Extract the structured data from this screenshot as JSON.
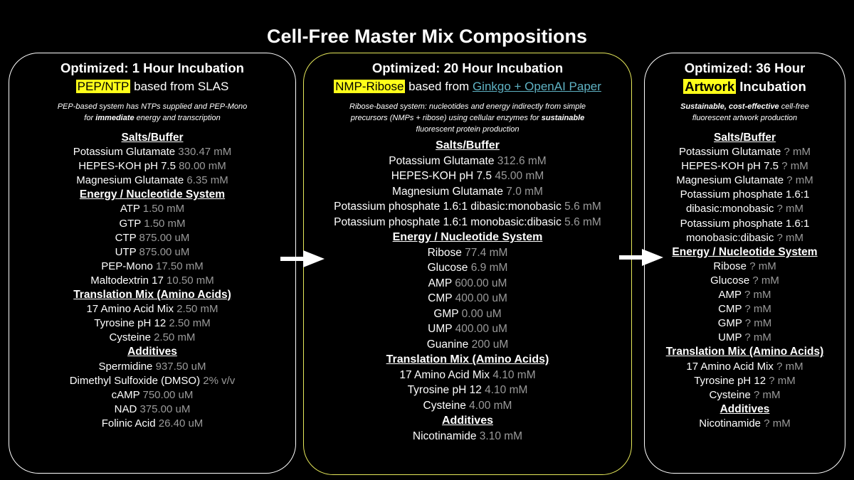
{
  "title": "Cell-Free Master Mix Compositions",
  "colors": {
    "highlight": "#ffff1a",
    "link": "#5fb3c4",
    "value": "#9a9a9a",
    "mid_border": "#e6e85a"
  },
  "panels": {
    "left": {
      "heading": "Optimized: 1 Hour Incubation",
      "sub_highlight": "PEP/NTP",
      "sub_rest": " based from SLAS",
      "desc_1": "PEP-based system has NTPs supplied and PEP-Mono",
      "desc_2_pre": "for ",
      "desc_2_bold": "immediate",
      "desc_2_post": " energy and transcription",
      "salts_title": "Salts/Buffer",
      "salts": [
        {
          "name": "Potassium Glutamate",
          "value": "330.47 mM"
        },
        {
          "name": "HEPES-KOH pH 7.5",
          "value": "80.00 mM"
        },
        {
          "name": "Magnesium Glutamate",
          "value": "6.35 mM"
        }
      ],
      "energy_title": "Energy / Nucleotide System",
      "energy": [
        {
          "name": "ATP",
          "value": "1.50 mM"
        },
        {
          "name": "GTP",
          "value": "1.50 mM"
        },
        {
          "name": "CTP",
          "value": "875.00 uM"
        },
        {
          "name": "UTP",
          "value": "875.00 uM"
        },
        {
          "name": "PEP-Mono",
          "value": "17.50 mM"
        },
        {
          "name": "Maltodextrin 17",
          "value": "10.50 mM"
        }
      ],
      "translation_title": "Translation Mix (Amino Acids)",
      "translation": [
        {
          "name": "17 Amino Acid Mix",
          "value": "2.50 mM"
        },
        {
          "name": "Tyrosine pH 12",
          "value": "2.50 mM"
        },
        {
          "name": "Cysteine",
          "value": "2.50 mM"
        }
      ],
      "additives_title": "Additives",
      "additives": [
        {
          "name": "Spermidine",
          "value": "937.50 uM"
        },
        {
          "name": "Dimethyl Sulfoxide (DMSO)",
          "value": "2% v/v"
        },
        {
          "name": "cAMP",
          "value": "750.00 uM"
        },
        {
          "name": "NAD",
          "value": "375.00 uM"
        },
        {
          "name": "Folinic Acid",
          "value": "26.40 uM"
        }
      ]
    },
    "mid": {
      "heading": "Optimized: 20 Hour Incubation",
      "sub_highlight": "NMP-Ribose",
      "sub_rest": " based from ",
      "sub_link": "Ginkgo + OpenAI Paper",
      "desc_1": "Ribose-based system: nucleotides and energy indirectly from simple",
      "desc_2_pre": "precursors (NMPs + ribose) using cellular enzymes for ",
      "desc_2_bold": "sustainable",
      "desc_3": "fluorescent protein production",
      "salts_title": "Salts/Buffer",
      "salts": [
        {
          "name": "Potassium Glutamate",
          "value": "312.6 mM"
        },
        {
          "name": "HEPES-KOH pH 7.5",
          "value": "45.00 mM"
        },
        {
          "name": "Magnesium Glutamate",
          "value": "7.0 mM"
        },
        {
          "name": "Potassium phosphate 1.6:1 dibasic:monobasic",
          "value": "5.6 mM"
        },
        {
          "name": "Potassium phosphate 1.6:1 monobasic:dibasic",
          "value": "5.6 mM"
        }
      ],
      "energy_title": "Energy / Nucleotide System",
      "energy": [
        {
          "name": "Ribose",
          "value": "77.4 mM"
        },
        {
          "name": "Glucose",
          "value": "6.9 mM"
        },
        {
          "name": "AMP",
          "value": "600.00 uM"
        },
        {
          "name": "CMP",
          "value": "400.00 uM"
        },
        {
          "name": "GMP",
          "value": "0.00 uM"
        },
        {
          "name": "UMP",
          "value": "400.00 uM"
        },
        {
          "name": "Guanine",
          "value": "200 uM"
        }
      ],
      "translation_title": "Translation Mix (Amino Acids)",
      "translation": [
        {
          "name": "17 Amino Acid Mix",
          "value": "4.10 mM"
        },
        {
          "name": "Tyrosine pH 12",
          "value": "4.10 mM"
        },
        {
          "name": "Cysteine",
          "value": "4.00 mM"
        }
      ],
      "additives_title": "Additives",
      "additives": [
        {
          "name": "Nicotinamide",
          "value": "3.10 mM"
        }
      ]
    },
    "right": {
      "heading": "Optimized: 36 Hour",
      "sub_highlight": "Artwork",
      "sub_rest": " Incubation",
      "desc_1_bold": "Sustainable, cost-effective",
      "desc_1_rest": " cell-free",
      "desc_2": "fluorescent artwork production",
      "salts_title": "Salts/Buffer",
      "salts": [
        {
          "name": "Potassium Glutamate",
          "value": "? mM"
        },
        {
          "name": "HEPES-KOH pH 7.5",
          "value": "? mM"
        },
        {
          "name": "Magnesium Glutamate",
          "value": "? mM"
        },
        {
          "name": "Potassium phosphate 1.6:1 dibasic:monobasic",
          "value": "? mM"
        },
        {
          "name": "Potassium phosphate 1.6:1 monobasic:dibasic",
          "value": "? mM"
        }
      ],
      "energy_title": "Energy / Nucleotide System",
      "energy": [
        {
          "name": "Ribose",
          "value": "? mM"
        },
        {
          "name": "Glucose",
          "value": "? mM"
        },
        {
          "name": "AMP",
          "value": "? mM"
        },
        {
          "name": "CMP",
          "value": "? mM"
        },
        {
          "name": "GMP",
          "value": "? mM"
        },
        {
          "name": "UMP",
          "value": "? mM"
        }
      ],
      "translation_title": "Translation Mix (Amino Acids)",
      "translation": [
        {
          "name": "17 Amino Acid Mix",
          "value": "? mM"
        },
        {
          "name": "Tyrosine pH 12",
          "value": "? mM"
        },
        {
          "name": "Cysteine",
          "value": "? mM"
        }
      ],
      "additives_title": "Additives",
      "additives": [
        {
          "name": "Nicotinamide",
          "value": "? mM"
        }
      ]
    }
  }
}
